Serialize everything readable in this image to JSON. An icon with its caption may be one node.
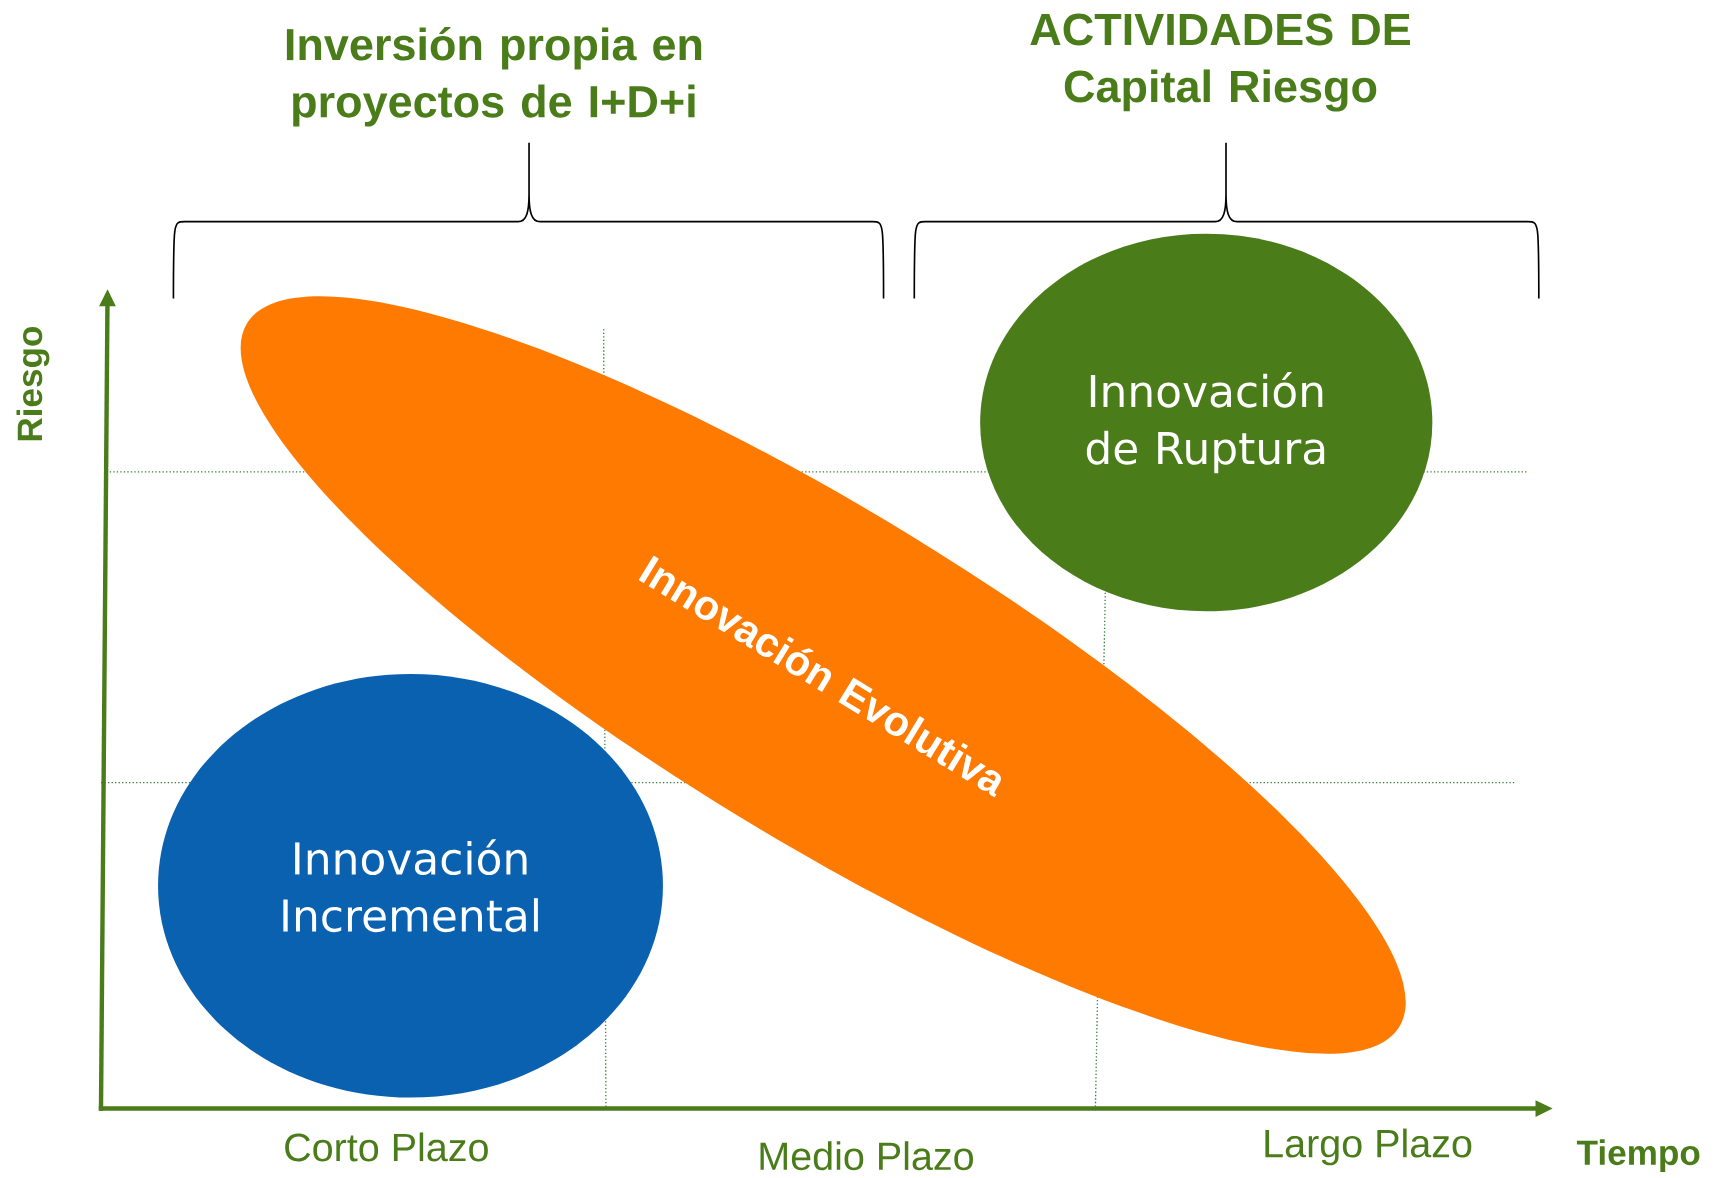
{
  "diagram": {
    "nodes": [
      {
        "text": [
          "Innovación Incremental"
        ]
      },
      {
        "text": [
          "Innovación Evolutiva"
        ]
      },
      {
        "text": [
          "Innovación de Ruptura"
        ]
      }
    ],
    "labels": [
      "Inversión propia en proyectos de I+D+i",
      "ACTIVIDADES DE Capital Riesgo",
      "Riesgo",
      "Corto Plazo",
      "Medio Plazo",
      "Largo Plazo",
      "Tiempo"
    ]
  }
}
